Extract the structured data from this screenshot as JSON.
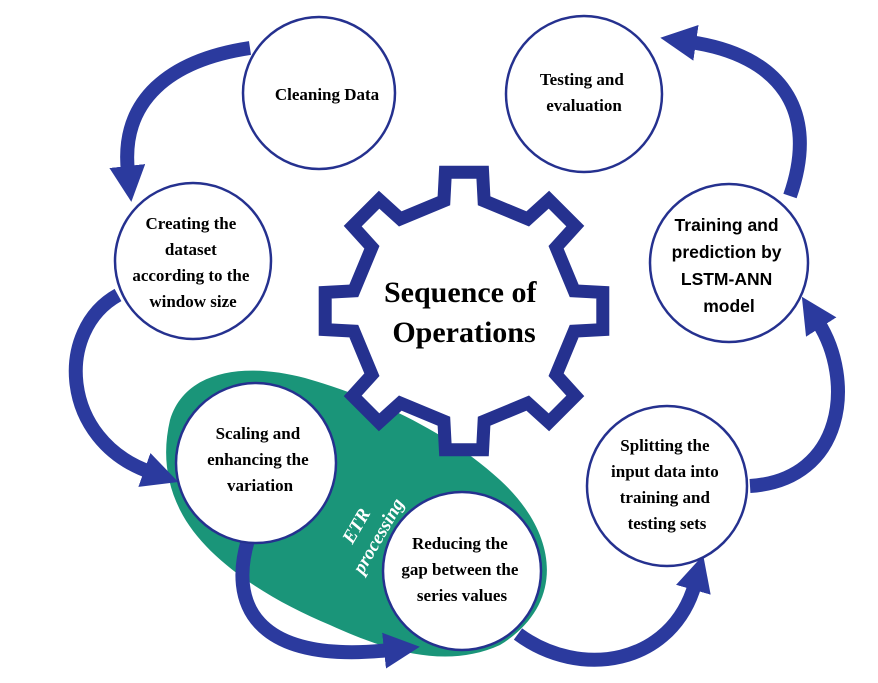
{
  "center": {
    "lines": [
      "Sequence of",
      "Operations"
    ]
  },
  "nodes": [
    {
      "id": "cleaning-data",
      "lines": [
        "Cleaning Data"
      ]
    },
    {
      "id": "creating-dataset",
      "lines": [
        "Creating the",
        "dataset",
        "according to the",
        "window size"
      ]
    },
    {
      "id": "scaling",
      "lines": [
        "Scaling and",
        "enhancing the",
        "variation"
      ]
    },
    {
      "id": "reducing-gap",
      "lines": [
        "Reducing the",
        "gap between the",
        "series values"
      ]
    },
    {
      "id": "splitting",
      "lines": [
        "Splitting the",
        "input data into",
        "training and",
        "testing sets"
      ]
    },
    {
      "id": "training",
      "lines": [
        "Training and",
        "prediction by",
        "LSTM-ANN",
        "model"
      ]
    },
    {
      "id": "testing",
      "lines": [
        "Testing and",
        "evaluation"
      ]
    }
  ],
  "etr_label": {
    "lines": [
      "ETR",
      "processing"
    ]
  },
  "colors": {
    "arrow": "#2b3a9e",
    "outline": "#25318f",
    "etr_band": "#1a9579",
    "gear": "#25318f"
  }
}
